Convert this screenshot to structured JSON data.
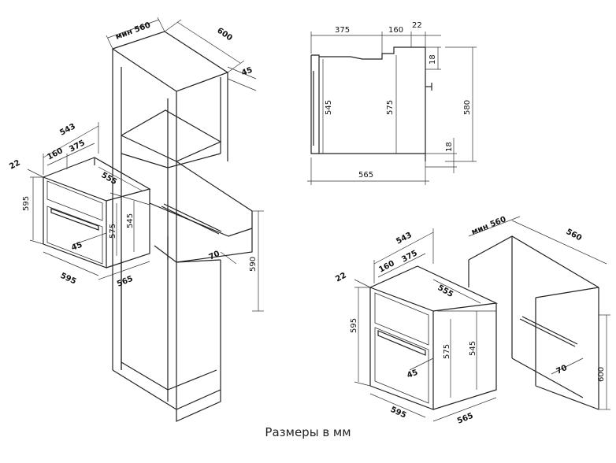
{
  "caption": "Размеры в мм",
  "column": {
    "min_width": "мин 560",
    "depth": "600",
    "gap": "45",
    "recess": "70",
    "niche_height": "590"
  },
  "oven_left": {
    "depth_total": "543",
    "front": "160",
    "mid": "375",
    "panel": "22",
    "inner_depth": "555",
    "height": "595",
    "inner_height": "575",
    "body_height": "545",
    "gap": "45",
    "width": "595",
    "body_width": "565"
  },
  "side_view": {
    "top_depth": "375",
    "top_mid": "160",
    "top_panel": "22",
    "top_offset": "18",
    "height_545": "545",
    "height_575": "575",
    "height_580": "580",
    "bottom_offset": "18",
    "depth_565": "565"
  },
  "cabinet_right": {
    "min_width": "мин 560",
    "width": "560",
    "recess": "70",
    "height": "600"
  },
  "oven_right": {
    "depth_total": "543",
    "front": "160",
    "mid": "375",
    "panel": "22",
    "inner_depth": "555",
    "height": "595",
    "inner_height": "575",
    "body_height": "545",
    "gap": "45",
    "width": "595",
    "body_width": "565"
  }
}
